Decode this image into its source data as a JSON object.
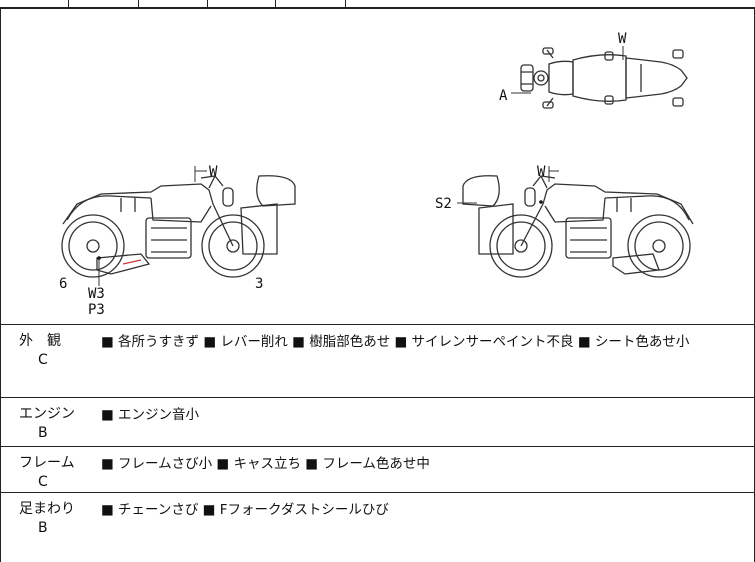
{
  "diagram": {
    "labels": {
      "top_w": "W",
      "top_a": "A",
      "left_w": "W",
      "left_6": "6",
      "left_w3": "W3",
      "left_p3": "P3",
      "left_3": "3",
      "right_w": "W",
      "right_s2": "S2"
    }
  },
  "rows": [
    {
      "label": "外　観",
      "grade": "C",
      "text": "■ 各所うすきず ■ レバー削れ ■ 樹脂部色あせ ■ サイレンサーペイント不良 ■ シート色あせ小"
    },
    {
      "label": "エンジン",
      "grade": "B",
      "text": "■ エンジン音小"
    },
    {
      "label": "フレーム",
      "grade": "C",
      "text": "■ フレームさび小 ■ キャス立ち ■ フレーム色あせ中"
    },
    {
      "label": "足まわり",
      "grade": "B",
      "text": "■ チェーンさび ■ Fフォークダストシールひび"
    }
  ]
}
